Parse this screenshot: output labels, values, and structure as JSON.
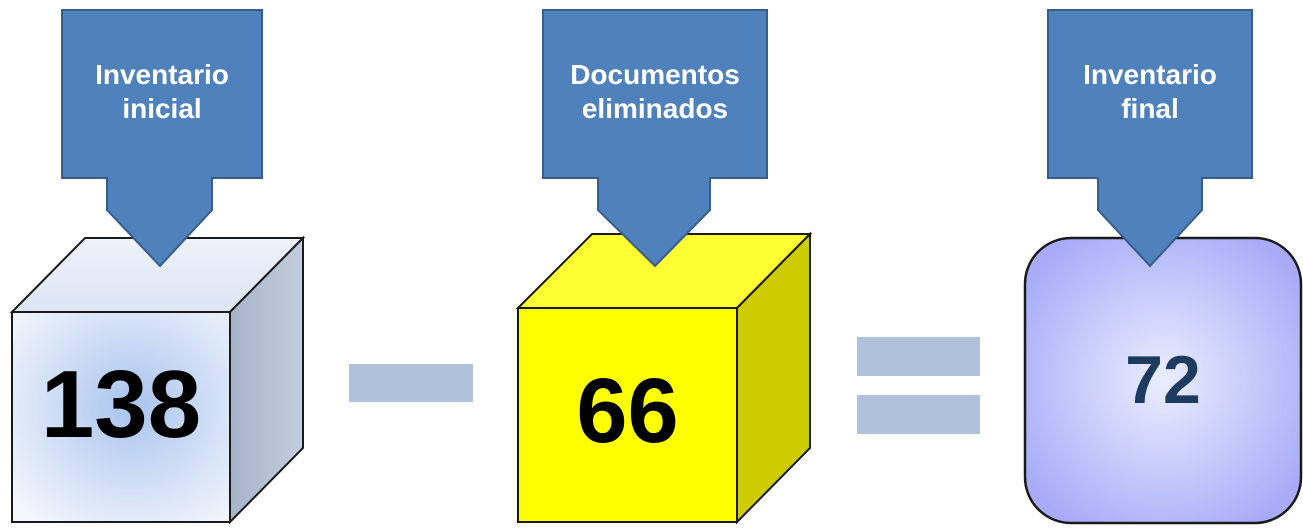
{
  "blocks": [
    {
      "label_line1": "Inventario",
      "label_line2": "inicial",
      "value": "138",
      "shape": "cube",
      "face_color": "#dfe8f7",
      "value_color": "#000000"
    },
    {
      "label_line1": "Documentos",
      "label_line2": "eliminados",
      "value": "66",
      "shape": "cube",
      "face_color": "#ffff00",
      "value_color": "#000000"
    },
    {
      "label_line1": "Inventario",
      "label_line2": "final",
      "value": "72",
      "shape": "rounded-square",
      "face_color": "#b4b8fb",
      "value_color": "#1f3a5f"
    }
  ],
  "operators": {
    "minus": "minus-sign",
    "equals": "equals-sign"
  },
  "colors": {
    "arrow_fill": "#4f81bd",
    "arrow_stroke": "#385d8a",
    "operator_fill": "#b0c1dc"
  }
}
